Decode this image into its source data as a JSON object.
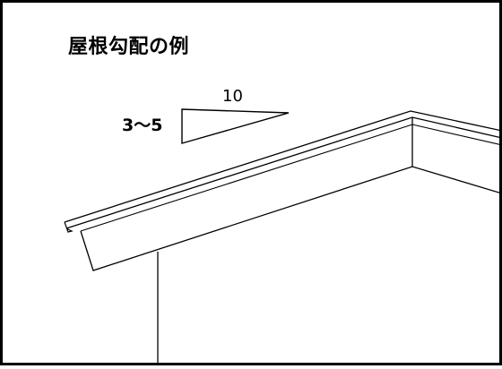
{
  "diagram": {
    "title": "屋根勾配の例",
    "slope": {
      "run_label": "10",
      "rise_label": "3〜5"
    }
  }
}
